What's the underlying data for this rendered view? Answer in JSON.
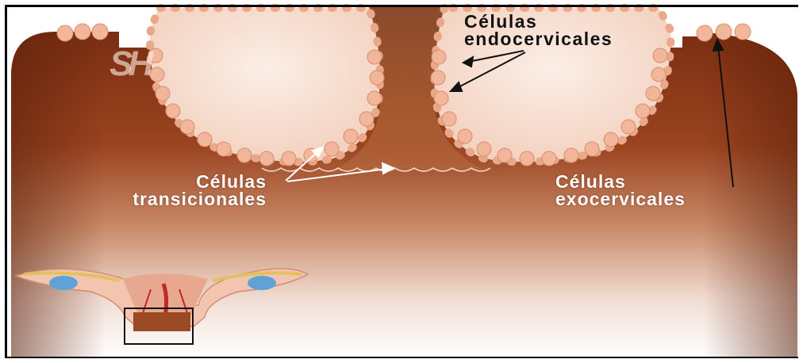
{
  "labels": {
    "endocervical_line1": "Células",
    "endocervical_line2": "endocervicales",
    "transitional_line1": "Células",
    "transitional_line2": "transicionales",
    "exocervical_line1": "Células",
    "exocervical_line2": "exocervicales"
  },
  "logo_text": "SH",
  "colors": {
    "tissue_dark": "#7a2e12",
    "tissue_mid": "#b0552a",
    "tissue_light": "#f4e6e0",
    "epithelium": "#f2b79a",
    "canal": "#9c4a26",
    "ovary": "#5fa3d6"
  }
}
